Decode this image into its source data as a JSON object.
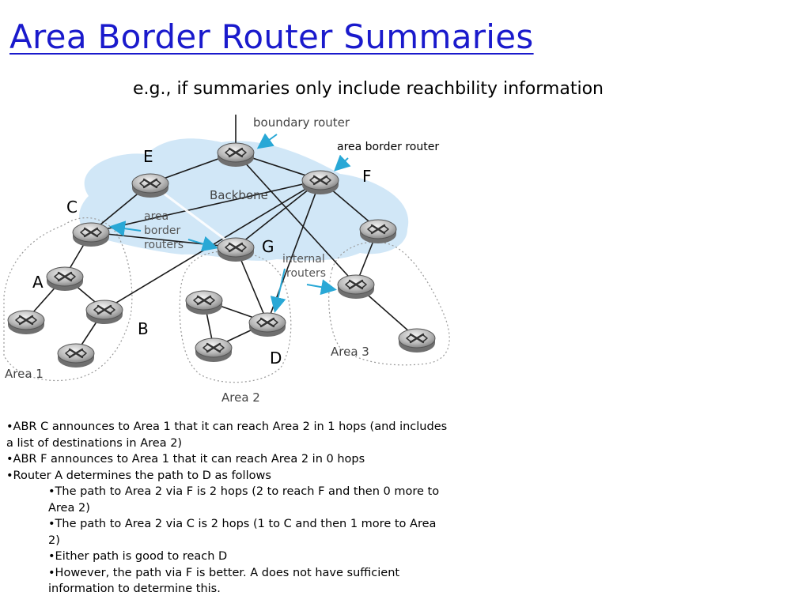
{
  "title": "Area Border Router Summaries",
  "subtitle": "e.g., if summaries only include reachbility information",
  "diagram": {
    "callouts": {
      "boundary_router": "boundary router",
      "area_border_router": "area border router",
      "backbone": "Backbone",
      "area_border_routers": [
        "area",
        "border",
        "routers"
      ],
      "internal_routers": [
        "internal",
        "routers"
      ]
    },
    "router_labels": {
      "A": "A",
      "B": "B",
      "C": "C",
      "D": "D",
      "E": "E",
      "F": "F",
      "G": "G"
    },
    "areas": {
      "area1": "Area 1",
      "area2": "Area 2",
      "area3": "Area 3"
    }
  },
  "bullets": [
    "•ABR C announces to Area 1 that it can reach Area 2 in 1 hops (and includes a list of destinations in Area 2)",
    "•ABR F announces to Area 1 that it can reach Area 2 in 0 hops",
    "•Router A determines the path to D as follows"
  ],
  "sub_bullets": [
    "•The path to Area 2 via F is 2 hops (2 to reach F and then 0 more to Area 2)",
    "•The path to Area 2 via C is 2 hops (1 to C and then 1 more to Area 2)",
    "•Either path is good to reach D",
    "•However, the path via F is better. A does not have sufficient information to determine this."
  ]
}
